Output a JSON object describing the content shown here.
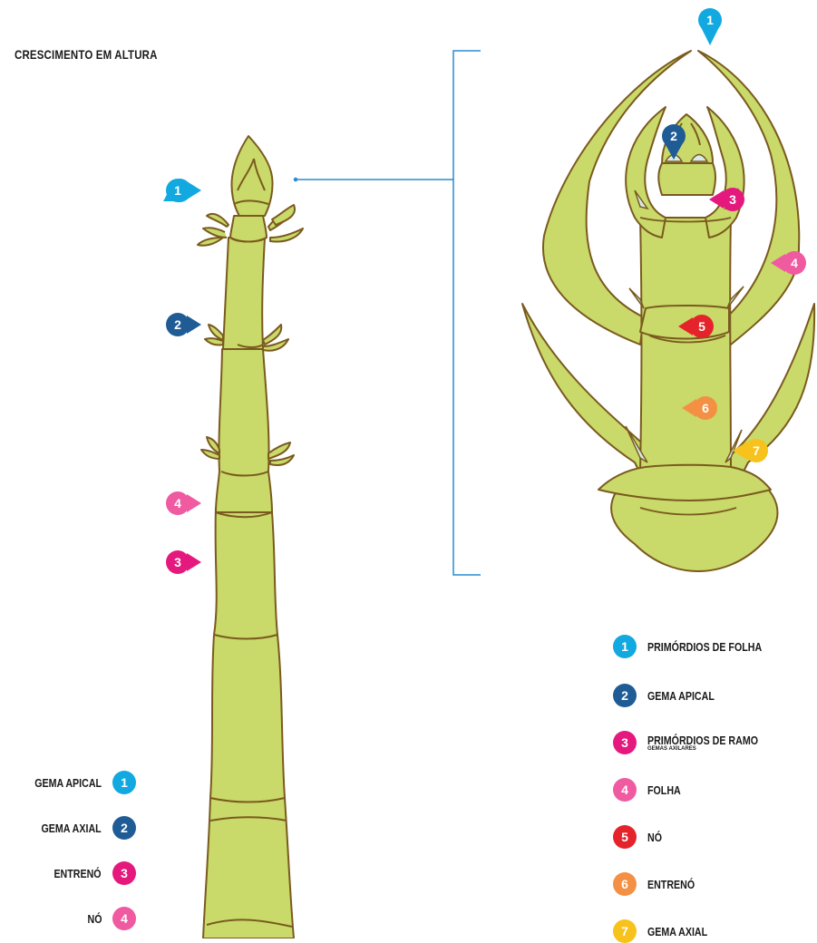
{
  "title": "CRESCIMENTO EM ALTURA",
  "colors": {
    "plant_fill": "#c9d96a",
    "plant_stroke": "#7a5a1e",
    "bud_fill": "#d6ecec",
    "c1": "#12a8e0",
    "c2": "#1f5c96",
    "c3": "#e5197d",
    "c4": "#ef5aa1",
    "c5": "#e5232a",
    "c6": "#f39044",
    "c7": "#f6c21b",
    "bracket": "#2a8bcf"
  },
  "markers": {
    "n1": "1",
    "n2": "2",
    "n3": "3",
    "n4": "4",
    "n5": "5",
    "n6": "6",
    "n7": "7"
  },
  "legend_left": [
    {
      "label": "GEMA APICAL",
      "num": "1"
    },
    {
      "label": "GEMA AXIAL",
      "num": "2"
    },
    {
      "label": "ENTRENÓ",
      "num": "3"
    },
    {
      "label": "NÓ",
      "num": "4"
    }
  ],
  "legend_right": [
    {
      "label": "PRIMÓRDIOS DE FOLHA",
      "num": "1",
      "sub": ""
    },
    {
      "label": "GEMA APICAL",
      "num": "2",
      "sub": ""
    },
    {
      "label": "PRIMÓRDIOS DE RAMO",
      "num": "3",
      "sub": "GEMAS AXILARES"
    },
    {
      "label": "FOLHA",
      "num": "4",
      "sub": ""
    },
    {
      "label": "NÓ",
      "num": "5",
      "sub": ""
    },
    {
      "label": "ENTRENÓ",
      "num": "6",
      "sub": ""
    },
    {
      "label": "GEMA AXIAL",
      "num": "7",
      "sub": ""
    }
  ]
}
